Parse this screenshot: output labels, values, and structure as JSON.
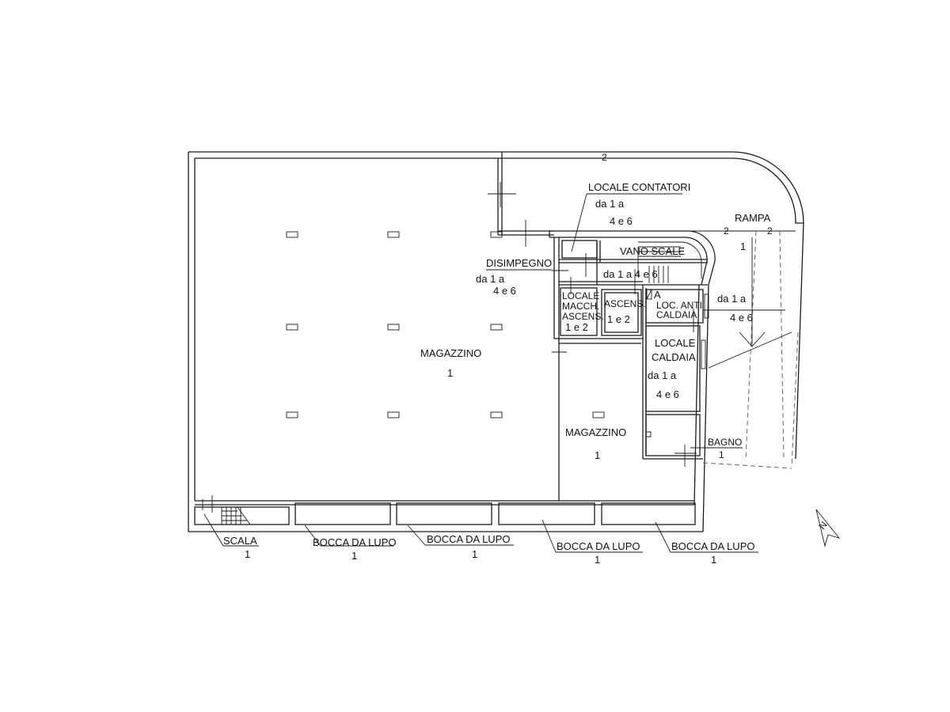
{
  "labels": {
    "locale_contatori": "LOCALE CONTATORI",
    "locale_contatori_da": "da   1   a",
    "locale_contatori_sub": "4  e  6",
    "rampa": "RAMPA",
    "rampa_num": "1",
    "vano_scale": "VANO SCALE",
    "vano_scale_sub": "da  1   a          4  e  6",
    "disimpegno": "DISIMPEGNO",
    "disimpegno_da": "da   1   a",
    "disimpegno_sub": "4  e  6",
    "locale_macch_1": "LOCALE",
    "locale_macch_2": "MACCH.",
    "locale_macch_3": "ASCENS.",
    "locale_macch_sub": "1 e 2",
    "ascens": "ASCENS.",
    "ascens_sub": "1 e 2",
    "loc_anti_1": "LOC. ANTI",
    "loc_anti_2": "CALDAIA",
    "right_da": "da   1   a",
    "right_sub": "4   e   6",
    "locale_caldaia_1": "LOCALE",
    "locale_caldaia_2": "CALDAIA",
    "locale_caldaia_da": "da 1 a",
    "locale_caldaia_sub": "4  e  6",
    "magazzino_big": "MAGAZZINO",
    "magazzino_big_num": "1",
    "magazzino_small": "MAGAZZINO",
    "magazzino_small_num": "1",
    "bagno": "BAGNO",
    "bagno_num": "1",
    "scala": "SCALA",
    "scala_num": "1",
    "bocca_1": "BOCCA DA LUPO",
    "bocca_1_num": "1",
    "bocca_2": "BOCCA DA LUPO",
    "bocca_2_num": "1",
    "bocca_3": "BOCCA DA LUPO",
    "bocca_3_num": "1",
    "bocca_4": "BOCCA DA LUPO",
    "bocca_4_num": "1",
    "marker_a": "A",
    "level_mark_1": "2",
    "level_mark_2": "2",
    "level_mark_3": "2",
    "north": "N"
  }
}
